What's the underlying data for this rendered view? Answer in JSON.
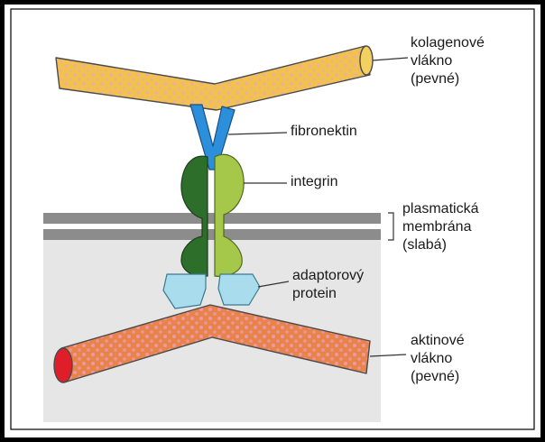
{
  "labels": {
    "collagen": [
      "kolagenové",
      "vlákno",
      "(pevné)"
    ],
    "fibronectin": "fibronektin",
    "integrin": "integrin",
    "membrane": [
      "plasmatická",
      "membrána",
      "(slabá)"
    ],
    "adaptor": [
      "adaptorový",
      "protein"
    ],
    "actin": [
      "aktinové",
      "vlákno",
      "(pevné)"
    ]
  },
  "colors": {
    "collagen_fill": "#f1c24d",
    "actin_fill": "#e8844a",
    "actin_end": "#e01e2a",
    "fibronectin": "#2b8fdc",
    "integrin_dark": "#2d6e2a",
    "integrin_light": "#a6c84a",
    "membrane_band": "#8c8c8c",
    "cytoplasm": "#e6e6e6",
    "adaptor": "#a9dcec"
  }
}
